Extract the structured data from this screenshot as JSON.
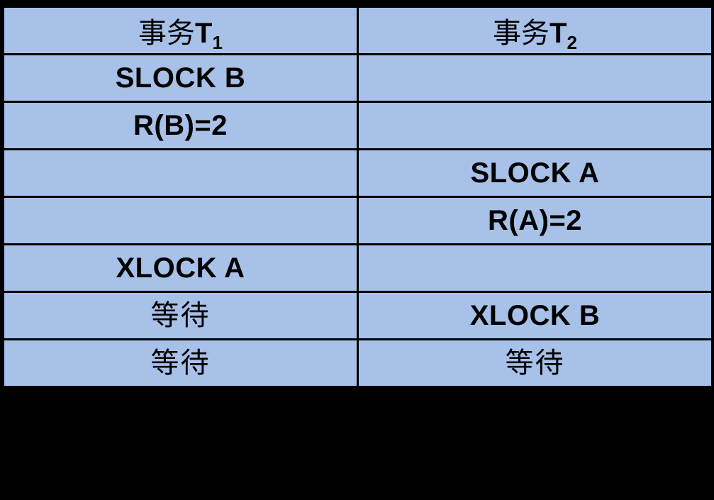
{
  "slide": {
    "background_color": "#000000",
    "cell_color": "#A7C1E8",
    "separator_color": "#FFFFFF",
    "text_color": "#000000"
  },
  "table": {
    "name": "two-phase-locking-deadlock-table",
    "columns": [
      {
        "id": "t1",
        "prefix": "事务",
        "symbol": "T",
        "subscript": "1",
        "label": "事务T1"
      },
      {
        "id": "t2",
        "prefix": "事务",
        "symbol": "T",
        "subscript": "2",
        "label": "事务T2"
      }
    ],
    "rows": [
      {
        "t1": "SLOCK B",
        "t1_script": "latin",
        "t2": "",
        "t2_script": "empty"
      },
      {
        "t1": "R(B)=2",
        "t1_script": "latin",
        "t2": "",
        "t2_script": "empty"
      },
      {
        "t1": "",
        "t1_script": "empty",
        "t2": "SLOCK A",
        "t2_script": "latin"
      },
      {
        "t1": "",
        "t1_script": "empty",
        "t2": "R(A)=2",
        "t2_script": "latin"
      },
      {
        "t1": "XLOCK A",
        "t1_script": "latin",
        "t2": "",
        "t2_script": "empty"
      },
      {
        "t1": "等待",
        "t1_script": "cjk",
        "t2": "XLOCK B",
        "t2_script": "latin"
      },
      {
        "t1": "等待",
        "t1_script": "cjk",
        "t2": "等待",
        "t2_script": "cjk"
      }
    ]
  }
}
